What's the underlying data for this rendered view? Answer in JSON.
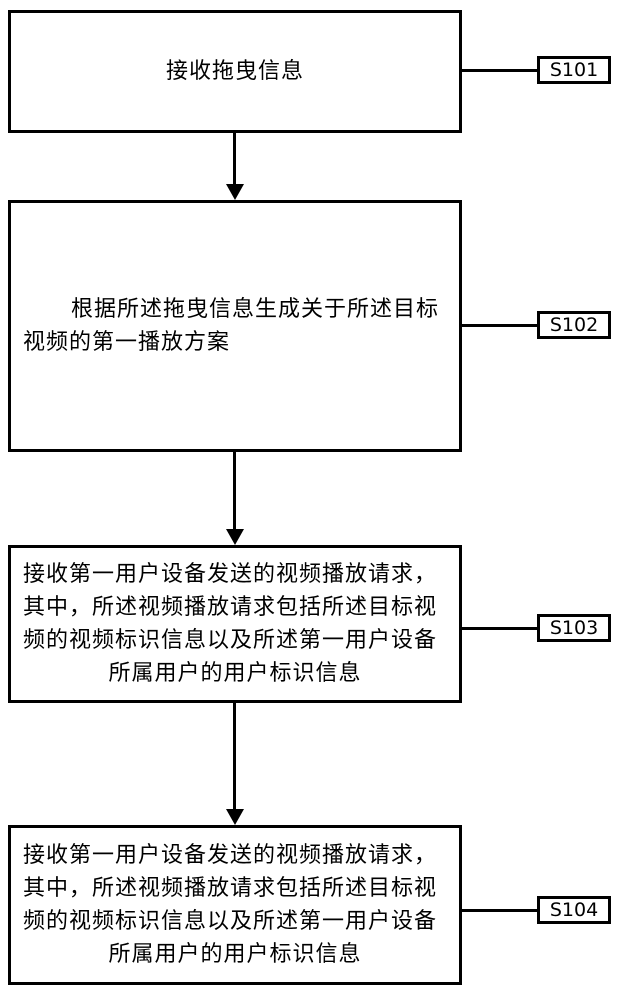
{
  "diagram": {
    "type": "flowchart",
    "boxes": [
      {
        "label": "S101",
        "lines": [
          "接收拖曳信息"
        ]
      },
      {
        "label": "S102",
        "lines": [
          "根据所述拖曳信息生成关于所述目标",
          "视频的第一播放方案"
        ]
      },
      {
        "label": "S103",
        "lines": [
          "接收第一用户设备发送的视频播放请求，",
          "其中，所述视频播放请求包括所述目标视",
          "频的视频标识信息以及所述第一用户设备",
          "所属用户的用户标识信息"
        ]
      },
      {
        "label": "S104",
        "lines": [
          "接收第一用户设备发送的视频播放请求，",
          "其中，所述视频播放请求包括所述目标视",
          "频的视频标识信息以及所述第一用户设备",
          "所属用户的用户标识信息"
        ]
      }
    ]
  }
}
